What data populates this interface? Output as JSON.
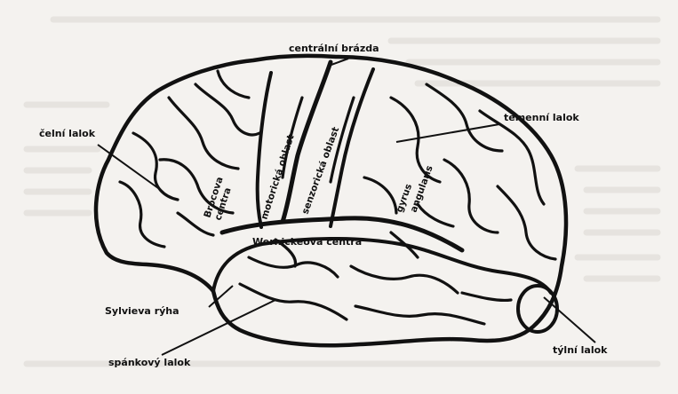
{
  "labels": {
    "central_sulcus": "centrální brázda",
    "frontal_lobe": "čelní lalok",
    "parietal_lobe": "temenní lalok",
    "motor_area": "motorická oblast",
    "sensory_area": "senzorická oblast",
    "broca_area": "Brocova centra",
    "gyrus_angularis": "gyrus angularis",
    "wernicke_area": "Wernickeova centra",
    "sylvian_fissure": "Sylvieva rýha",
    "temporal_lobe": "spánkový lalok",
    "occipital_lobe": "týlní lalok"
  },
  "colors": {
    "ink": "#111111",
    "paper": "#f4f2ef",
    "bleed_text": "#d6d2cc"
  }
}
